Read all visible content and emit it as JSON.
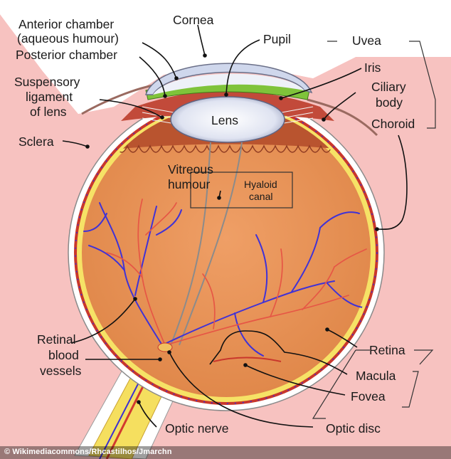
{
  "labels": {
    "anterior_chamber": "Anterior chamber",
    "aqueous_humour": "(aqueous humour)",
    "posterior_chamber": "Posterior chamber",
    "cornea": "Cornea",
    "pupil": "Pupil",
    "uvea": "Uvea",
    "iris": "Iris",
    "ciliary": "Ciliary",
    "body": "body",
    "choroid": "Choroid",
    "suspensory": "Suspensory",
    "ligament": "ligament",
    "of_lens": "of lens",
    "lens": "Lens",
    "sclera": "Sclera",
    "vitreous": "Vitreous",
    "humour": "humour",
    "hyaloid": "Hyaloid",
    "canal": "canal",
    "retinal": "Retinal",
    "blood": "blood",
    "vessels": "vessels",
    "retina": "Retina",
    "macula": "Macula",
    "fovea": "Fovea",
    "optic_nerve": "Optic nerve",
    "optic_disc": "Optic disc"
  },
  "credit": "© Wikimediacommons/Rhcastilhos/Jmarchn",
  "colors": {
    "background_pink": "#f7c2c0",
    "vitreous": "#e9965a",
    "retina_yellow": "#f6e266",
    "choroid_red": "#c9372c",
    "sclera_white": "#ffffff",
    "iris_green": "#7fc33a",
    "cornea_blue": "#cfd7ec",
    "vein_blue": "#3b2fd2",
    "artery_red": "#e04a40"
  }
}
